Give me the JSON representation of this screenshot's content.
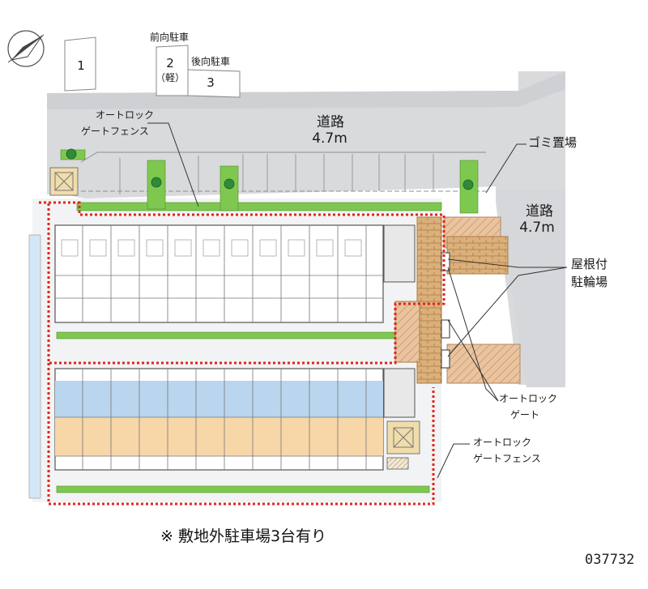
{
  "compass": {
    "label": "N"
  },
  "parking": [
    {
      "id": "1",
      "line1": "1",
      "line2": ""
    },
    {
      "id": "2",
      "line1": "2",
      "line2": "（軽）"
    },
    {
      "id": "3",
      "line1": "3",
      "line2": ""
    }
  ],
  "labels": {
    "front_parking": "前向駐車",
    "back_parking": "後向駐車",
    "road_top_name": "道路",
    "road_top_width": "4.7m",
    "road_right_name": "道路",
    "road_right_width": "4.7m",
    "gate_fence_top_l1": "オートロック",
    "gate_fence_top_l2": "ゲートフェンス",
    "garbage": "ゴミ置場",
    "bike_l1": "屋根付",
    "bike_l2": "駐輪場",
    "gate_l1": "オートロック",
    "gate_l2": "ゲート",
    "gate_fence_bottom_l1": "オートロック",
    "gate_fence_bottom_l2": "ゲートフェンス"
  },
  "footnote": "※ 敷地外駐車場3台有り",
  "code": "037732",
  "colors": {
    "road": "#d9dadc",
    "grass": "#7ec850",
    "fence": "#e0261e",
    "unit_blue": "#b9d6ee",
    "unit_orange": "#f7d6a8",
    "brick": "#d9b07c",
    "bike_roof": "#e8c39c"
  }
}
